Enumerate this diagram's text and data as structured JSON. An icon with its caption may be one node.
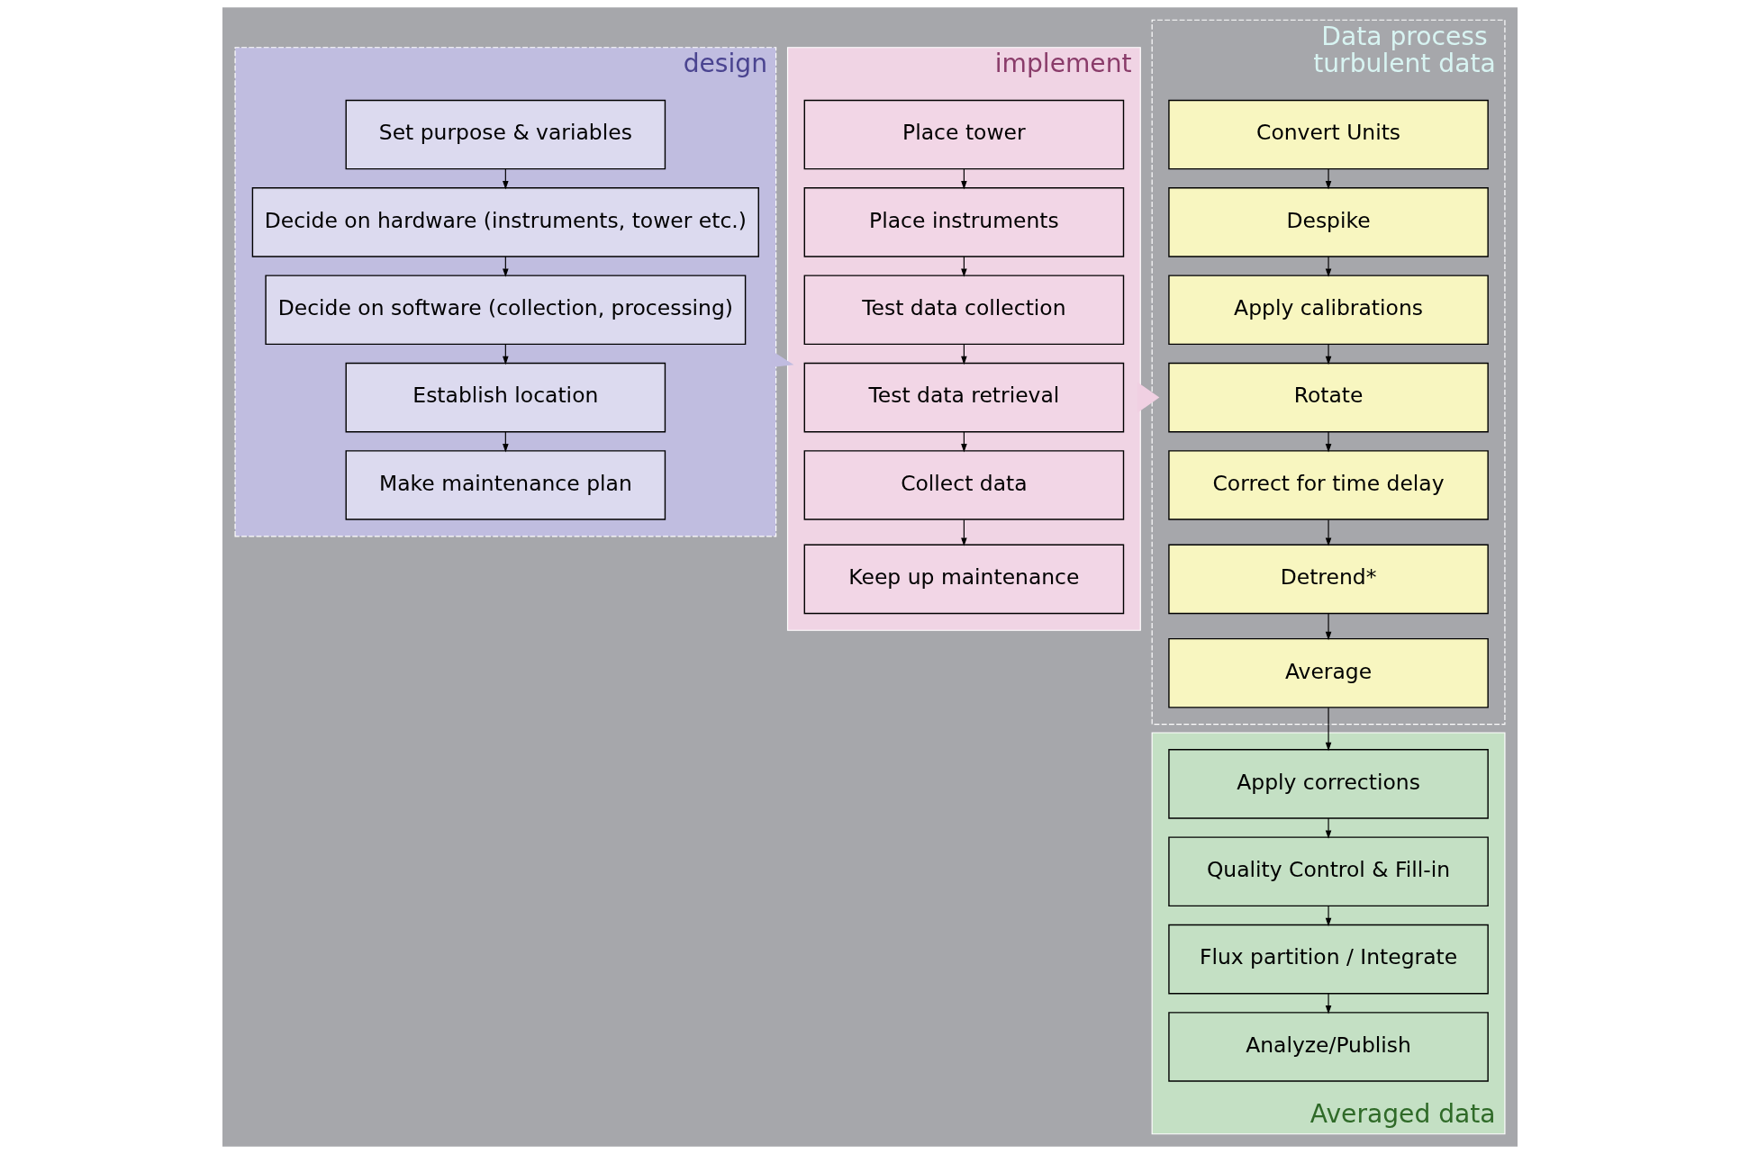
{
  "diagram": {
    "nodes": [
      {
        "text": [
          "design"
        ]
      },
      {
        "text": [
          "Set purpose & variables"
        ],
        "in": 0
      },
      {
        "text": [
          "Decide on hardware (instruments, tower etc.)"
        ],
        "in": 0
      },
      {
        "text": [
          "Decide on software (collection, processing)"
        ],
        "in": 0
      },
      {
        "text": [
          "Establish location"
        ],
        "in": 0
      },
      {
        "text": [
          "Make maintenance plan"
        ],
        "in": 0
      },
      {
        "text": [
          "implement"
        ]
      },
      {
        "text": [
          "Place tower"
        ],
        "in": 6
      },
      {
        "text": [
          "Place instruments"
        ],
        "in": 6
      },
      {
        "text": [
          "Test data collection"
        ],
        "in": 6
      },
      {
        "text": [
          "Test data retrieval"
        ],
        "in": 6
      },
      {
        "text": [
          "Collect data"
        ],
        "in": 6
      },
      {
        "text": [
          "Keep up maintenance"
        ],
        "in": 6
      },
      {
        "text": [
          "Data process",
          "turbulent data"
        ]
      },
      {
        "text": [
          "Convert Units"
        ],
        "in": 13
      },
      {
        "text": [
          "Despike"
        ],
        "in": 13
      },
      {
        "text": [
          "Apply calibrations"
        ],
        "in": 13
      },
      {
        "text": [
          "Rotate"
        ],
        "in": 13
      },
      {
        "text": [
          "Correct for time delay"
        ],
        "in": 13
      },
      {
        "text": [
          "Detrend*"
        ],
        "in": 13
      },
      {
        "text": [
          "Average"
        ],
        "in": 13
      },
      {
        "text": [
          "Averaged data"
        ]
      },
      {
        "text": [
          "Apply corrections"
        ],
        "in": 21
      },
      {
        "text": [
          "Quality Control & Fill-in"
        ],
        "in": 21
      },
      {
        "text": [
          "Flux partition / Integrate"
        ],
        "in": 21
      },
      {
        "text": [
          "Analyze/Publish"
        ],
        "in": 21
      }
    ],
    "edges": [
      {
        "from": 1,
        "to": 2,
        "arrow": "to"
      },
      {
        "from": 2,
        "to": 3,
        "arrow": "to"
      },
      {
        "from": 3,
        "to": 4,
        "arrow": "to"
      },
      {
        "from": 4,
        "to": 5,
        "arrow": "to"
      },
      {
        "from": 0,
        "to": 6,
        "arrow": "to",
        "style": "dashed",
        "color": "#c0bce0"
      },
      {
        "from": 7,
        "to": 8,
        "arrow": "to"
      },
      {
        "from": 8,
        "to": 9,
        "arrow": "to"
      },
      {
        "from": 9,
        "to": 10,
        "arrow": "to"
      },
      {
        "from": 10,
        "to": 11,
        "arrow": "to"
      },
      {
        "from": 11,
        "to": 12,
        "arrow": "to"
      },
      {
        "from": 6,
        "to": 13,
        "arrow": "to",
        "style": "thick",
        "color": "#f0d0e2"
      },
      {
        "from": 14,
        "to": 15,
        "arrow": "to"
      },
      {
        "from": 15,
        "to": 16,
        "arrow": "to"
      },
      {
        "from": 16,
        "to": 17,
        "arrow": "to"
      },
      {
        "from": 17,
        "to": 18,
        "arrow": "to"
      },
      {
        "from": 18,
        "to": 19,
        "arrow": "to"
      },
      {
        "from": 19,
        "to": 20,
        "arrow": "to"
      },
      {
        "from": 20,
        "to": 22,
        "arrow": "to"
      },
      {
        "from": 22,
        "to": 23,
        "arrow": "to"
      },
      {
        "from": 23,
        "to": 24,
        "arrow": "to"
      },
      {
        "from": 24,
        "to": 25,
        "arrow": "to"
      }
    ]
  }
}
